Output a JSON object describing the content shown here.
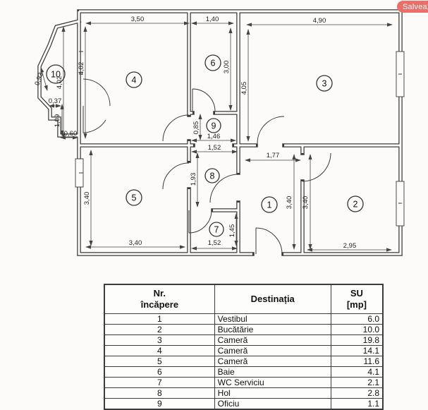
{
  "header": {
    "save_label": "Salvează"
  },
  "colors": {
    "accent": "#e96f68",
    "line": "#3a3a3a"
  },
  "plan": {
    "room_labels": [
      "1",
      "2",
      "3",
      "4",
      "5",
      "6",
      "7",
      "8",
      "9",
      "10"
    ],
    "dims": [
      "3,50",
      "1,40",
      "4,90",
      "4,02",
      "4,02",
      "3,00",
      "4,05",
      "0,93",
      "0,37",
      "1,09",
      "0,60",
      "0,85",
      "1,46",
      "1,52",
      "1,93",
      "1,77",
      "3,40",
      "3,40",
      "3,40",
      "3,40",
      "2,95",
      "1,45",
      "1,52"
    ]
  },
  "table": {
    "headers": {
      "nr_line1": "Nr.",
      "nr_line2": "încăpere",
      "dest": "Destinația",
      "su_line1": "SU",
      "su_line2": "[mp]"
    },
    "rows": [
      {
        "nr": "1",
        "dest": "Vestibul",
        "su": "6.0"
      },
      {
        "nr": "2",
        "dest": "Bucătărie",
        "su": "10.0"
      },
      {
        "nr": "3",
        "dest": "Cameră",
        "su": "19.8"
      },
      {
        "nr": "4",
        "dest": "Cameră",
        "su": "14.1"
      },
      {
        "nr": "5",
        "dest": "Cameră",
        "su": "11.6"
      },
      {
        "nr": "6",
        "dest": "Baie",
        "su": "4.1"
      },
      {
        "nr": "7",
        "dest": "WC Serviciu",
        "su": "2.1"
      },
      {
        "nr": "8",
        "dest": "Hol",
        "su": "2.8"
      },
      {
        "nr": "9",
        "dest": "Oficiu",
        "su": "1.1"
      }
    ]
  }
}
